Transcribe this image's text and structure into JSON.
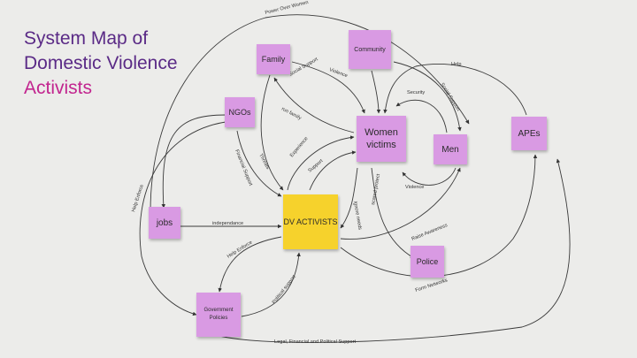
{
  "title": {
    "line1": "System Map of",
    "line2": "Domestic Violence",
    "line3": "Activists"
  },
  "nodes": {
    "family": "Family",
    "community": "Community",
    "ngos": "NGOs",
    "women_victims": "Women victims",
    "men": "Men",
    "apes": "APEs",
    "jobs": "jobs",
    "dv_activists": "DV ACTIVISTS",
    "police": "Police",
    "government_policies": "Government Policies"
  },
  "edges": {
    "power_over_women": "Power Over Women",
    "social_support_family": "Social Support",
    "violence_top": "Violence",
    "help": "Help",
    "security": "Security",
    "social_support_men": "Social Support",
    "run_family": "run family",
    "experience": "Experience",
    "threats": "Threats",
    "support": "Support",
    "financial_support": "Financial Support",
    "help_enforce_left": "Help Enforce",
    "violence_men": "Violence",
    "ignore_needs": "Ignore needs",
    "scared_note": "scared protect",
    "independance": "independance",
    "raise_awareness": "Raise Awareness",
    "help_enforce_gov": "Help Enforce",
    "political_support": "Political support",
    "form_networks": "Form Networks",
    "legal_support": "Legal, Financial and Political Support"
  },
  "colors": {
    "sticky_purple": "#d99ae3",
    "sticky_yellow": "#f6d22c",
    "title_purple": "#5a2a86",
    "title_magenta": "#c2258f",
    "background": "#ececea"
  }
}
